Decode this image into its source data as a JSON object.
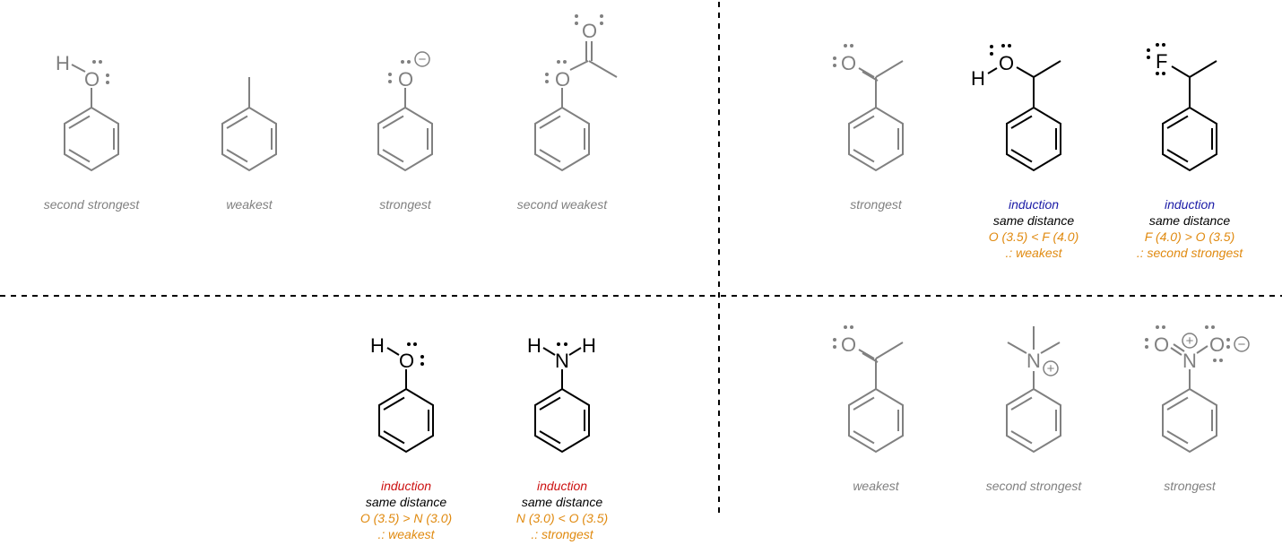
{
  "colors": {
    "gray": "#808080",
    "black": "#000000",
    "blue": "#1a1aa6",
    "red": "#cc1111",
    "orange": "#e08a10"
  },
  "atoms": {
    "H": "H",
    "O": "O",
    "F": "F",
    "N": "N"
  },
  "charges": {
    "minus": "−",
    "plus": "+"
  },
  "quadrants": {
    "top_left": {
      "labels": [
        "second strongest",
        "weakest",
        "strongest",
        "second weakest"
      ]
    },
    "top_right": {
      "label_1": "strongest",
      "mol_2": {
        "lines": [
          "induction",
          "same distance",
          "O (3.5) < F (4.0)",
          ".: weakest"
        ]
      },
      "mol_3": {
        "lines": [
          "induction",
          "same distance",
          "F (4.0) > O (3.5)",
          ".: second strongest"
        ]
      }
    },
    "bottom_left": {
      "mol_1": {
        "lines": [
          "induction",
          "same distance",
          "O (3.5) > N (3.0)",
          ".: weakest"
        ]
      },
      "mol_2": {
        "lines": [
          "induction",
          "same distance",
          "N (3.0) < O (3.5)",
          ".: strongest"
        ]
      }
    },
    "bottom_right": {
      "labels": [
        "weakest",
        "second strongest",
        "strongest"
      ]
    }
  }
}
